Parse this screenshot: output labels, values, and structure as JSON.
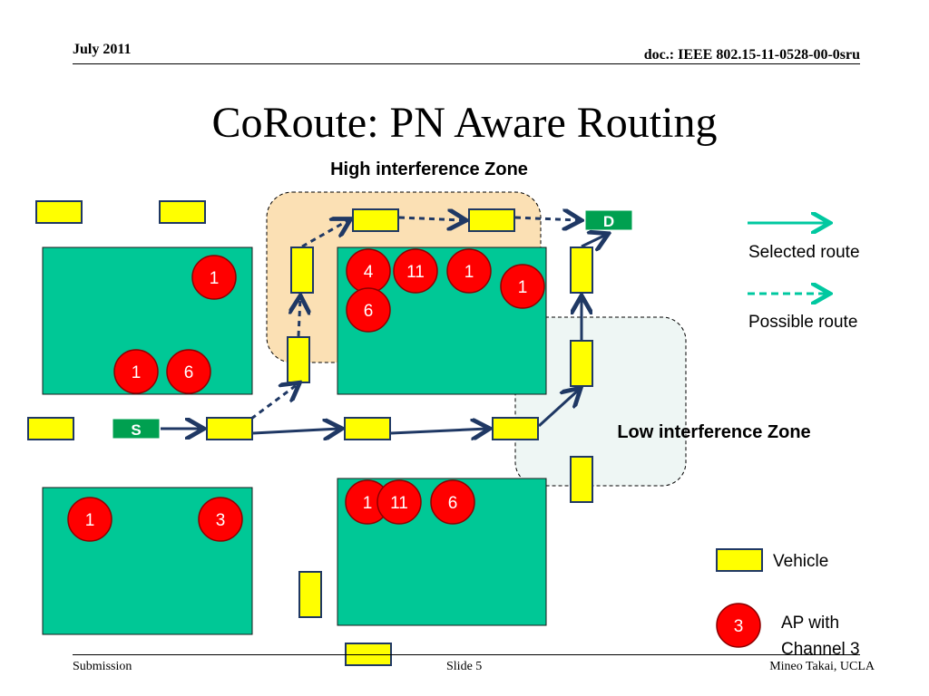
{
  "header": {
    "date": "July 2011",
    "doc": "doc.: IEEE 802.15-11-0528-00-0sru"
  },
  "title": "CoRoute: PN Aware Routing",
  "zones": {
    "high": "High interference Zone",
    "low": "Low interference Zone"
  },
  "nodes": {
    "source": "S",
    "destination": "D"
  },
  "access_points": [
    {
      "id": "ap1",
      "channel": "1"
    },
    {
      "id": "ap2",
      "channel": "1"
    },
    {
      "id": "ap3",
      "channel": "6"
    },
    {
      "id": "ap4",
      "channel": "4"
    },
    {
      "id": "ap5",
      "channel": "11"
    },
    {
      "id": "ap6",
      "channel": "1"
    },
    {
      "id": "ap7",
      "channel": "1"
    },
    {
      "id": "ap8",
      "channel": "6"
    },
    {
      "id": "ap9",
      "channel": "1"
    },
    {
      "id": "ap10",
      "channel": "3"
    },
    {
      "id": "ap11",
      "channel": "1"
    },
    {
      "id": "ap12",
      "channel": "11"
    },
    {
      "id": "ap13",
      "channel": "6"
    }
  ],
  "legend": {
    "selected_route": "Selected route",
    "possible_route": "Possible route",
    "vehicle": "Vehicle",
    "ap_channel": "3",
    "ap_label_line1": "AP with",
    "ap_label_line2": "Channel 3"
  },
  "colors": {
    "building": "#00c896",
    "vehicle": "#ffff00",
    "vehicle_border": "#1f3864",
    "ap": "#ff0000",
    "route": "#1f3864",
    "high_zone": "#fbe0b4",
    "low_zone": "#eef6f4",
    "node": "#00a050",
    "legend_arrow": "#00c8a0"
  },
  "footer": {
    "left": "Submission",
    "center": "Slide 5",
    "right": "Mineo Takai, UCLA"
  }
}
